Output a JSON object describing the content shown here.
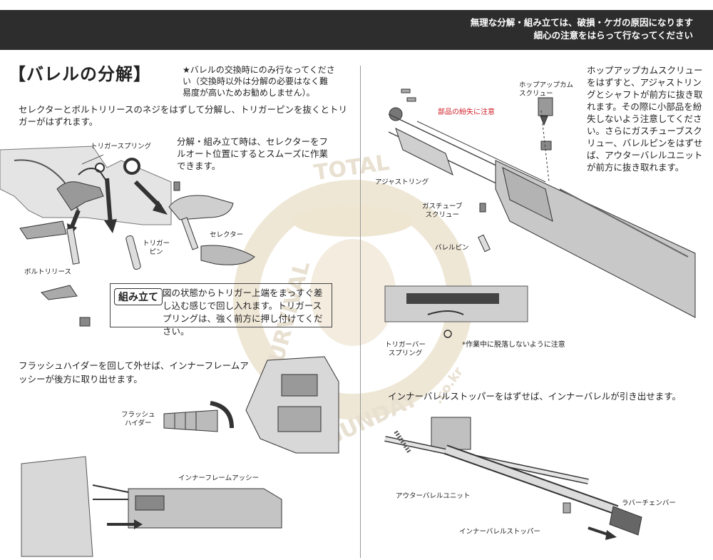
{
  "header": {
    "warning_line1": "無理な分解・組み立ては、破損・ケガの原因になります",
    "warning_line2": "細心の注意をはらって行なってください"
  },
  "left": {
    "title": "【バレルの分解】",
    "note": "★バレルの交換時にのみ行なってください（交換時以外は分解の必要はなく難易度が高いためお勧めしません）。",
    "intro": "セレクターとボルトリリースのネジをはずして分解し、トリガーピンを抜くとトリガーがはずれます。",
    "tip": "分解・組み立て時は、セレクターをフルオート位置にするとスムーズに作業できます。",
    "labels": {
      "trigger_spring": "トリガースプリング",
      "trigger_pin_1": "トリガー",
      "trigger_pin_2": "ピン",
      "selector": "セレクター",
      "bolt_release": "ボルトリリース",
      "flash_hider_1": "フラッシュ",
      "flash_hider_2": "ハイダー",
      "inner_frame": "インナーフレームアッシー"
    },
    "assembly": {
      "tag": "組み立て",
      "text": "図の状態からトリガー上端をまっすぐ差し込む感じで回し入れます。トリガースプリングは、強く前方に押し付けてください。"
    },
    "flash_text": "フラッシュハイダーを回して外せば、インナーフレームアッシーが後方に取り出せます。"
  },
  "right": {
    "hopup_text": "ホップアップカムスクリューをはずすと、アジャストリングとシャフトが前方に抜き取れます。その際に小部品を紛失しないよう注意してください。さらにガスチューブスクリュー、バレルピンをはずせば、アウターバレルユニットが前方に抜き取れます。",
    "labels": {
      "hopup_screw_1": "ホップアップカム",
      "hopup_screw_2": "スクリュー",
      "lost_parts": "部品の紛失に注意",
      "adjust_ring": "アジャストリング",
      "gas_tube_1": "ガスチューブ",
      "gas_tube_2": "スクリュー",
      "barrel_pin": "バレルピン",
      "trigger_bar_1": "トリガーバー",
      "trigger_bar_2": "スプリング",
      "caution": "*作業中に脱落しないように注意",
      "outer_barrel": "アウターバレルユニット",
      "inner_stopper": "インナーバレルストッパー",
      "rubber_chamber": "ラバーチェンバー"
    },
    "stopper_text": "インナーバレルストッパーをはずせば、インナーバレルが引き出せます。"
  },
  "watermark": {
    "arc_top": "TOTAL",
    "arc_left": "SURVIVAL",
    "arc_bottom": "GUNDAY",
    "suffix": ".co.kr"
  }
}
